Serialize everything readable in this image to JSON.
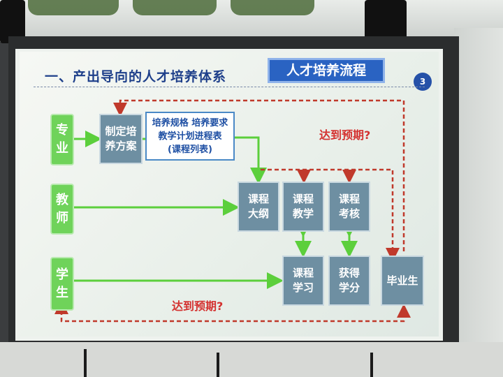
{
  "slide": {
    "title": "一、产出导向的人才培养体系",
    "badge": "人才培养流程",
    "page_number": "3"
  },
  "diagram": {
    "roles": {
      "major": "专业",
      "teacher": "教师",
      "student": "学生"
    },
    "nodes": {
      "plan": "制定培养方案",
      "requirements": [
        "培养规格 培养要求",
        "教学计划进程表",
        "(课程列表)"
      ],
      "syllabus": "课程大纲",
      "teaching": "课程教学",
      "assessment": "课程考核",
      "learning": "课程学习",
      "credit": "获得学分",
      "graduate": "毕业生"
    },
    "questions": {
      "top": "达到预期?",
      "bottom": "达到预期?"
    },
    "colors": {
      "role_green": "#6fd35a",
      "node_blue_gray": "#6e8fa2",
      "title_blue": "#1e3f8a",
      "badge_blue": "#2a63c2",
      "solid_arrow_green": "#5ccf3c",
      "dashed_arrow_red": "#c0392b"
    }
  }
}
